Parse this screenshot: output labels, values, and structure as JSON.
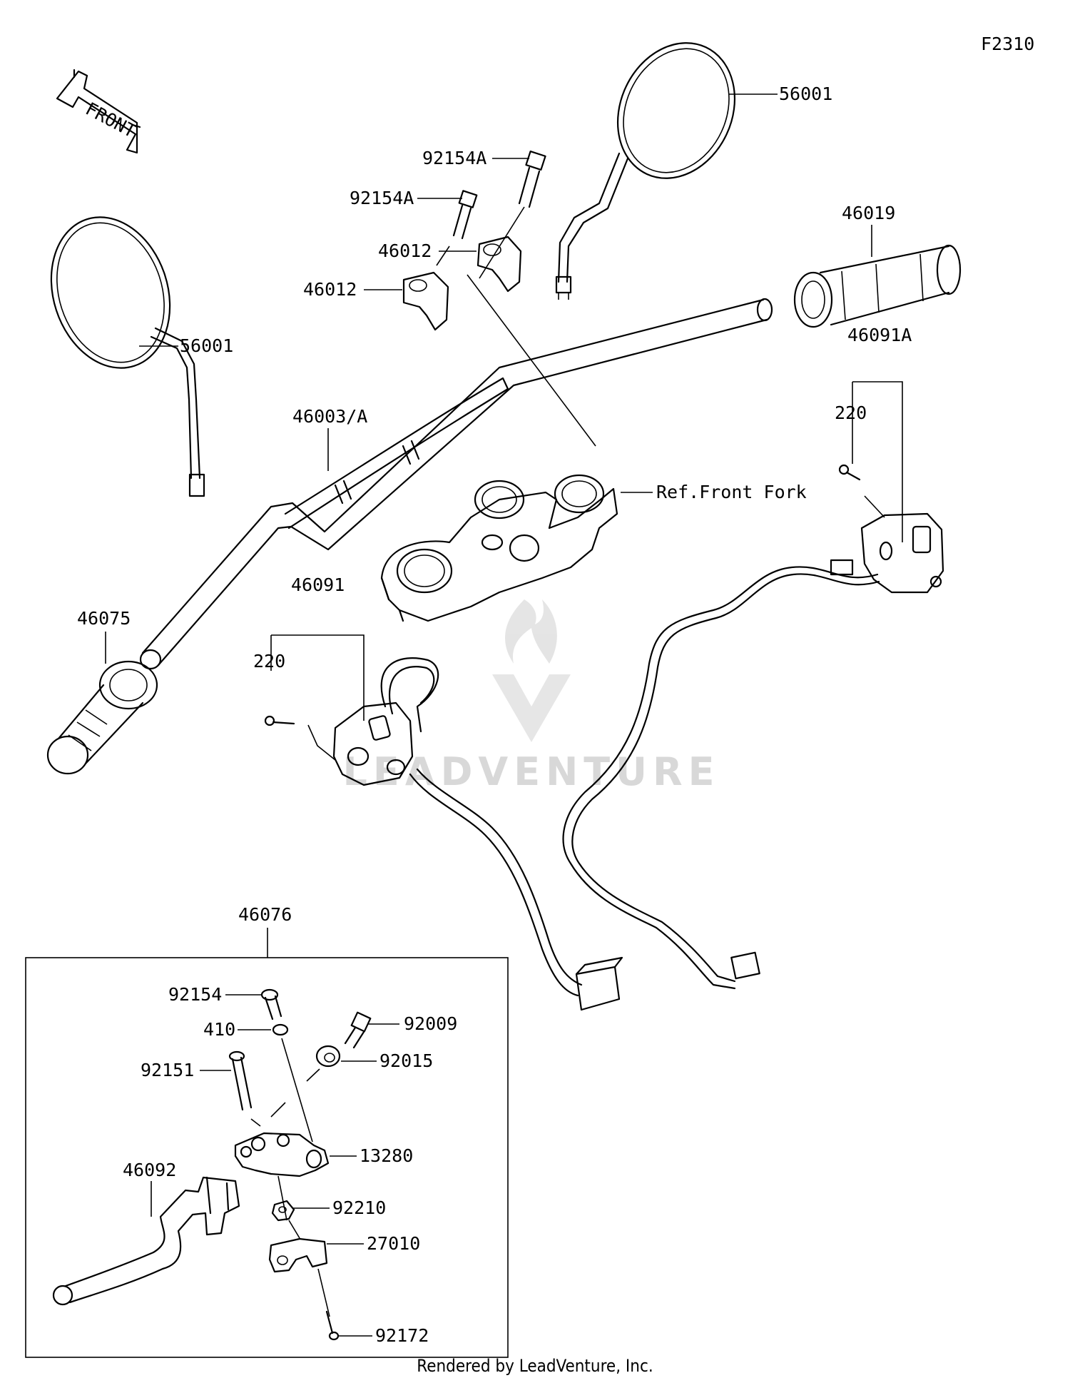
{
  "diagram_id": "F2310",
  "front_arrow_label": "FRONT",
  "watermark": "LEADVENTURE",
  "reference_label": "Ref.Front Fork",
  "footer": "Rendered by LeadVenture, Inc.",
  "callouts": {
    "mirror_right": "56001",
    "mirror_left": "56001",
    "bolt_a1": "92154A",
    "bolt_a2": "92154A",
    "holder_1": "46012",
    "holder_2": "46012",
    "grip_right": "46019",
    "switch_right": "46091A",
    "screw_right": "220",
    "handlebar": "46003/A",
    "grip_left": "46075",
    "switch_left": "46091",
    "screw_left": "220",
    "lever_assy": "46076",
    "bolt_92154": "92154",
    "washer_410": "410",
    "screw_92009": "92009",
    "grommet_92015": "92015",
    "bolt_92151": "92151",
    "holder_13280": "13280",
    "lever_46092": "46092",
    "nut_92210": "92210",
    "clamp_27010": "27010",
    "screw_92172": "92172"
  }
}
